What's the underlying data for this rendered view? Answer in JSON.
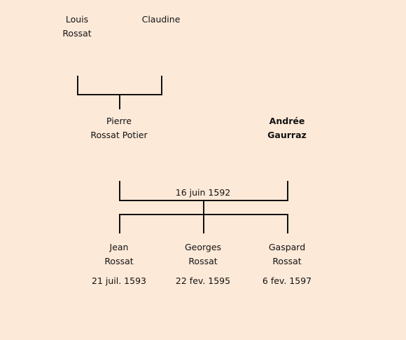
{
  "tree": {
    "grandparents": [
      {
        "first": "Louis",
        "last": "Rossat"
      },
      {
        "first": "Claudine",
        "last": ""
      }
    ],
    "father": {
      "first": "Pierre",
      "last": "Rossat Potier"
    },
    "mother": {
      "first": "Andrée",
      "last": "Gaurraz"
    },
    "marriage_date": "16 juin 1592",
    "children": [
      {
        "first": "Jean",
        "last": "Rossat",
        "birth": "21 juil. 1593"
      },
      {
        "first": "Georges",
        "last": "Rossat",
        "birth": "22 fev. 1595"
      },
      {
        "first": "Gaspard",
        "last": "Rossat",
        "birth": "6 fev. 1597"
      }
    ]
  },
  "colors": {
    "background": "#fde9d8",
    "line": "#111111"
  }
}
